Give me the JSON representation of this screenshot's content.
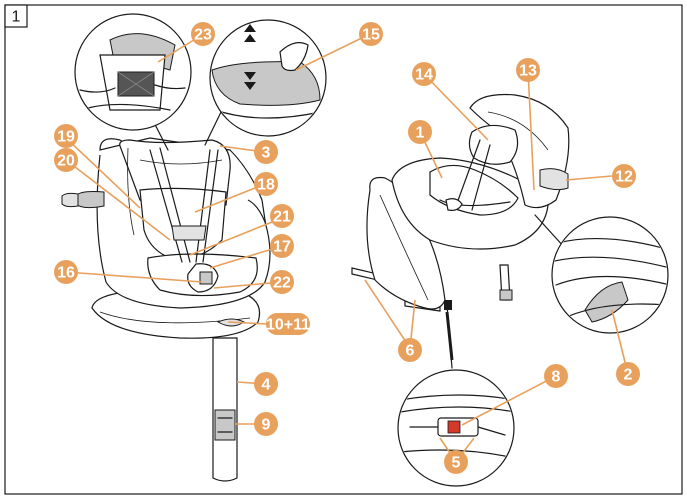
{
  "figure": {
    "number": "1"
  },
  "callouts": [
    {
      "id": "c23",
      "label": "23"
    },
    {
      "id": "c15",
      "label": "15"
    },
    {
      "id": "c19",
      "label": "19"
    },
    {
      "id": "c20",
      "label": "20"
    },
    {
      "id": "c3",
      "label": "3"
    },
    {
      "id": "c18",
      "label": "18"
    },
    {
      "id": "c21",
      "label": "21"
    },
    {
      "id": "c17",
      "label": "17"
    },
    {
      "id": "c16",
      "label": "16"
    },
    {
      "id": "c22",
      "label": "22"
    },
    {
      "id": "c1011",
      "label": "10+11"
    },
    {
      "id": "c4",
      "label": "4"
    },
    {
      "id": "c9",
      "label": "9"
    },
    {
      "id": "c14",
      "label": "14"
    },
    {
      "id": "c13",
      "label": "13"
    },
    {
      "id": "c1",
      "label": "1"
    },
    {
      "id": "c12",
      "label": "12"
    },
    {
      "id": "c2",
      "label": "2"
    },
    {
      "id": "c6",
      "label": "6"
    },
    {
      "id": "c8",
      "label": "8"
    },
    {
      "id": "c5",
      "label": "5"
    }
  ],
  "colors": {
    "callout": "#e8a15c",
    "line": "#1a1a1a",
    "shade": "#c8c8c8",
    "indicator_red": "#d43a2a"
  },
  "icons": {
    "up_arrows": "double-up-triangle-icon",
    "down_arrows": "double-down-triangle-icon"
  }
}
